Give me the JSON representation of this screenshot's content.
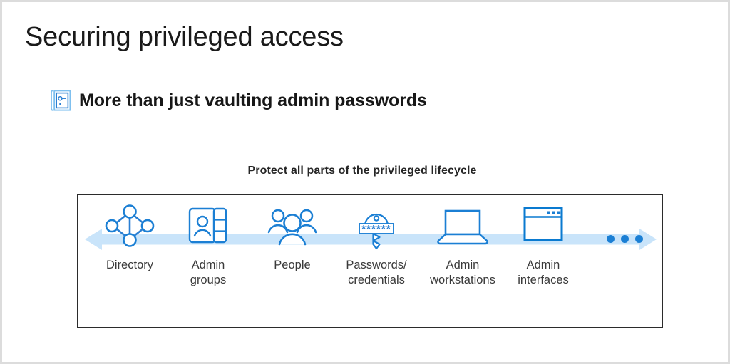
{
  "slide": {
    "title": "Securing privileged access",
    "subheading": "More than just vaulting admin passwords",
    "subheading_icon": "vault-icon",
    "lifecycle_caption": "Protect all parts of the privileged lifecycle"
  },
  "colors": {
    "accent_blue": "#1b7fd4",
    "icon_blue": "#2a7fd3",
    "band_blue": "#c9e4fa",
    "title_text": "#1a1a1a",
    "label_text": "#3a3a3a",
    "frame_border": "#2b2b2b",
    "page_border": "#dcdcdc"
  },
  "diagram": {
    "type": "process-flow",
    "direction": "bidirectional",
    "trailing_indicator": "ellipsis-dots",
    "trailing_dot_count": 3,
    "stages": [
      {
        "id": "directory",
        "label": "Directory",
        "icon": "directory-graph-icon"
      },
      {
        "id": "admin-groups",
        "label": "Admin\ngroups",
        "icon": "address-book-icon"
      },
      {
        "id": "people",
        "label": "People",
        "icon": "people-group-icon"
      },
      {
        "id": "passwords",
        "label": "Passwords/\ncredentials",
        "icon": "key-password-icon",
        "masked_value": "******"
      },
      {
        "id": "admin-workstations",
        "label": "Admin\nworkstations",
        "icon": "laptop-icon"
      },
      {
        "id": "admin-interfaces",
        "label": "Admin\ninterfaces",
        "icon": "app-window-icon"
      }
    ]
  }
}
